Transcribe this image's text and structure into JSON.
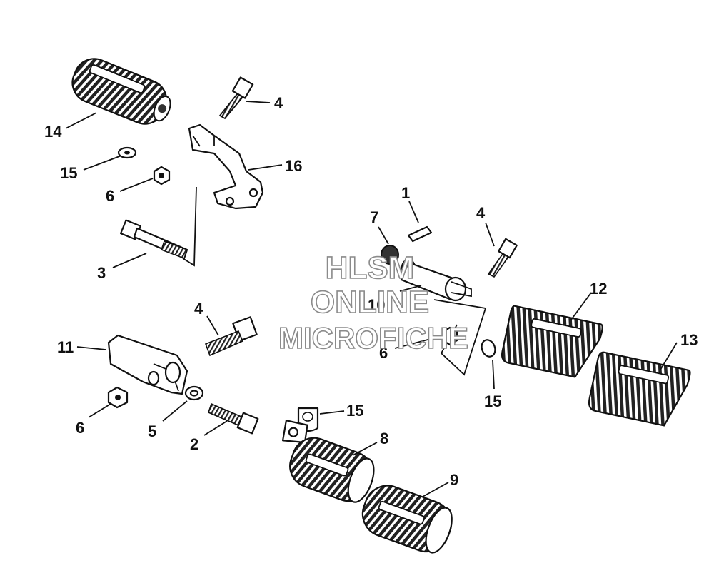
{
  "diagram": {
    "callouts": [
      {
        "id": "c14a",
        "text": "14"
      },
      {
        "id": "c4a",
        "text": "4"
      },
      {
        "id": "c16",
        "text": "16"
      },
      {
        "id": "c15a",
        "text": "15"
      },
      {
        "id": "c6a",
        "text": "6"
      },
      {
        "id": "c3",
        "text": "3"
      },
      {
        "id": "c1",
        "text": "1"
      },
      {
        "id": "c7",
        "text": "7"
      },
      {
        "id": "c4b",
        "text": "4"
      },
      {
        "id": "c10",
        "text": "10"
      },
      {
        "id": "c12",
        "text": "12"
      },
      {
        "id": "c13",
        "text": "13"
      },
      {
        "id": "c6b",
        "text": "6"
      },
      {
        "id": "c15b",
        "text": "15"
      },
      {
        "id": "c4c",
        "text": "4"
      },
      {
        "id": "c11",
        "text": "11"
      },
      {
        "id": "c6c",
        "text": "6"
      },
      {
        "id": "c5",
        "text": "5"
      },
      {
        "id": "c2",
        "text": "2"
      },
      {
        "id": "c15c",
        "text": "15"
      },
      {
        "id": "c8",
        "text": "8"
      },
      {
        "id": "c9",
        "text": "9"
      }
    ]
  },
  "watermark": {
    "line1": "HLSM",
    "line2": "ONLINE",
    "line3": "MICROFICHE"
  }
}
